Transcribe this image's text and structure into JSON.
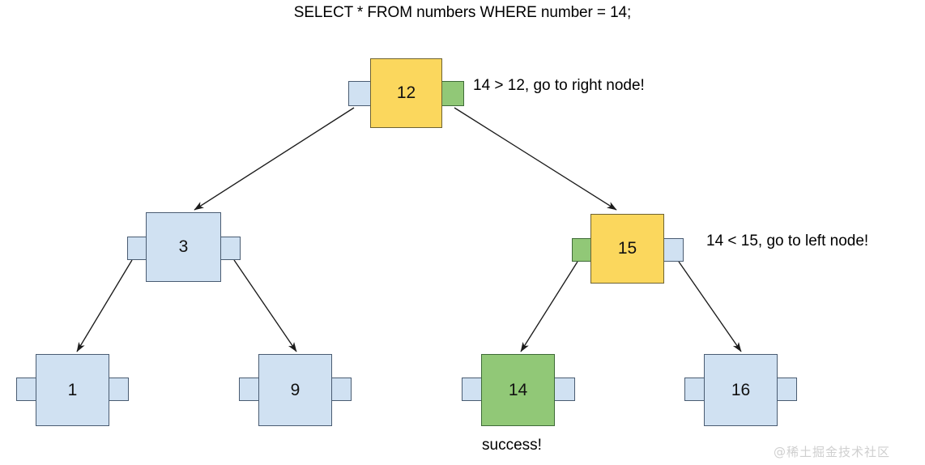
{
  "diagram": {
    "title": "SELECT * FROM numbers WHERE number = 14;",
    "type": "binary-search-tree-lookup",
    "colors": {
      "node_default": "#d0e1f2",
      "node_visited": "#fbd75d",
      "node_found": "#91c877",
      "stroke": "#46586e",
      "background": "#ffffff",
      "text": "#000000",
      "watermark": "#cfcfcf"
    },
    "nodes": [
      {
        "id": "root",
        "label": "12",
        "fill": "yellow",
        "left_stub": "blue",
        "right_stub": "green",
        "level": 0
      },
      {
        "id": "n3",
        "label": "3",
        "fill": "blue",
        "left_stub": "blue",
        "right_stub": "blue",
        "level": 1
      },
      {
        "id": "n15",
        "label": "15",
        "fill": "yellow",
        "left_stub": "green",
        "right_stub": "blue",
        "level": 1
      },
      {
        "id": "n1",
        "label": "1",
        "fill": "blue",
        "left_stub": "blue",
        "right_stub": "blue",
        "level": 2
      },
      {
        "id": "n9",
        "label": "9",
        "fill": "blue",
        "left_stub": "blue",
        "right_stub": "blue",
        "level": 2
      },
      {
        "id": "n14",
        "label": "14",
        "fill": "green",
        "left_stub": "blue",
        "right_stub": "blue",
        "level": 2
      },
      {
        "id": "n16",
        "label": "16",
        "fill": "blue",
        "left_stub": "blue",
        "right_stub": "blue",
        "level": 2
      }
    ],
    "edges": [
      {
        "from": "root",
        "to": "n3"
      },
      {
        "from": "root",
        "to": "n15"
      },
      {
        "from": "n3",
        "to": "n1"
      },
      {
        "from": "n3",
        "to": "n9"
      },
      {
        "from": "n15",
        "to": "n14"
      },
      {
        "from": "n15",
        "to": "n16"
      }
    ],
    "annotations": {
      "root_note": "14 > 12, go to right node!",
      "n15_note": "14 < 15, go to left node!",
      "result_caption": "success!"
    },
    "watermark": "@稀土掘金技术社区"
  }
}
